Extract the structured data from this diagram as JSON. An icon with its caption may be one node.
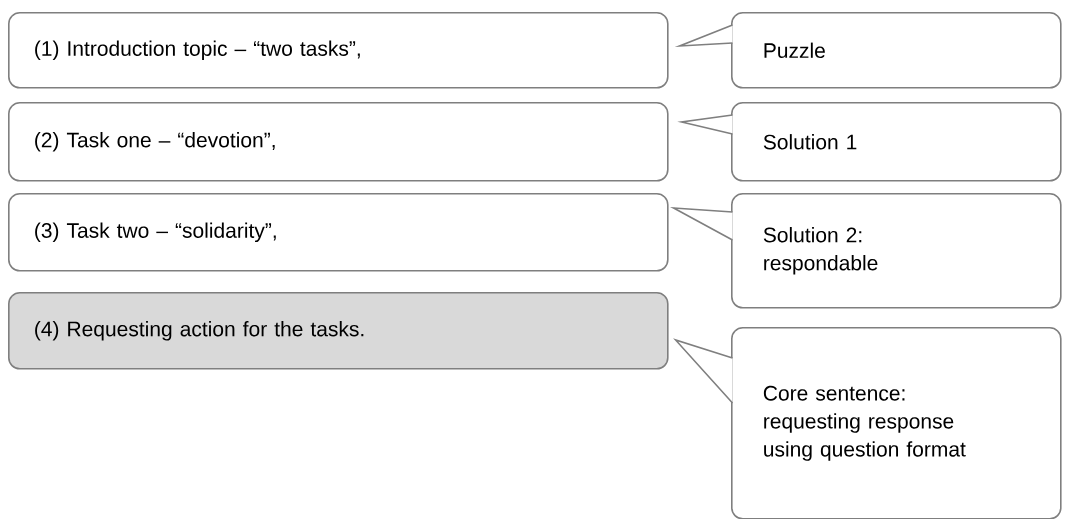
{
  "diagram": {
    "nodes": [
      {
        "text": [
          "(1) Introduction topic – “two tasks”,"
        ]
      },
      {
        "text": [
          "(2) Task one – “devotion”,"
        ]
      },
      {
        "text": [
          "(3) Task two – “solidarity”,"
        ]
      },
      {
        "text": [
          "(4) Requesting action for the tasks."
        ]
      },
      {
        "text": [
          "Puzzle"
        ]
      },
      {
        "text": [
          "Solution 1"
        ]
      },
      {
        "text": [
          "Solution 2: respondable"
        ]
      },
      {
        "text": [
          "Core sentence: requesting response using question format"
        ]
      }
    ],
    "edges": [
      {
        "from": 4,
        "to": 0,
        "arrow": "to"
      },
      {
        "from": 5,
        "to": 1,
        "arrow": "to"
      },
      {
        "from": 6,
        "to": 2,
        "arrow": "to"
      },
      {
        "from": 7,
        "to": 3,
        "arrow": "to"
      }
    ]
  }
}
